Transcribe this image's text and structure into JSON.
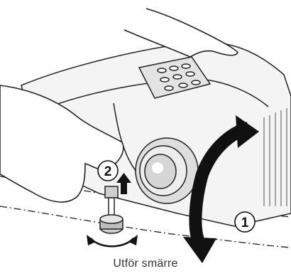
{
  "callouts": {
    "step1": "1",
    "step2": "2"
  },
  "caption": "Utför smärre",
  "colors": {
    "line": "#222222",
    "fill_arrow": "#111111",
    "projector_grey": "#eaeaea",
    "lens_dark": "#cfcfcf"
  }
}
